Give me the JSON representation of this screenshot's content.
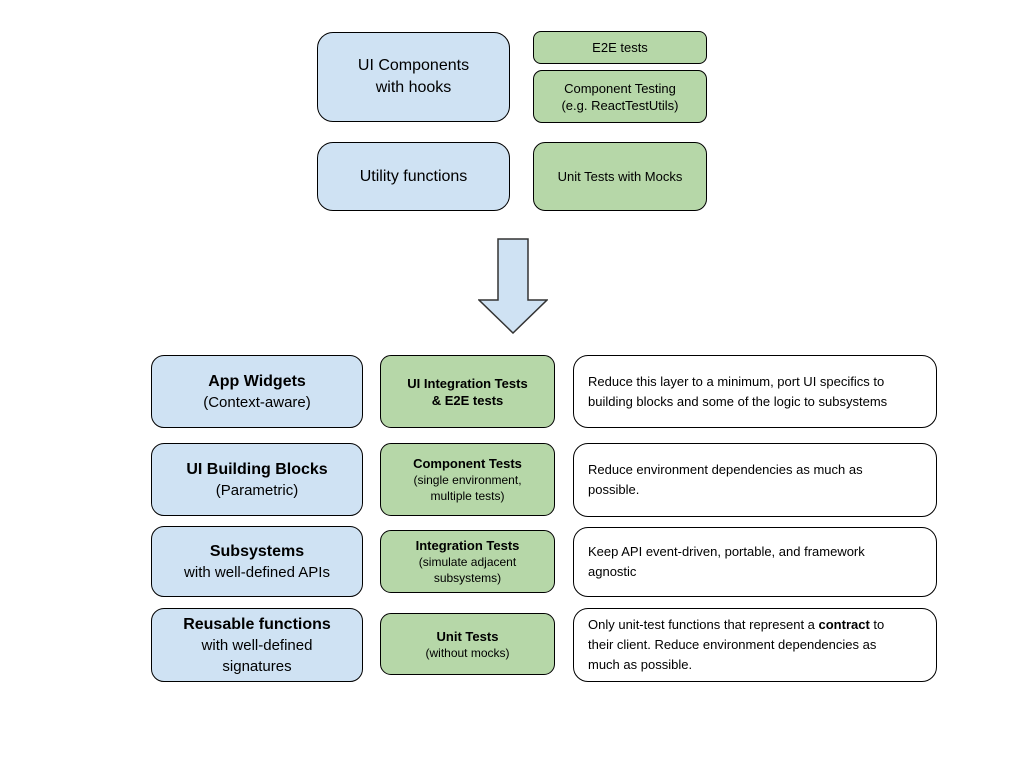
{
  "colors": {
    "layer_fill": "#cfe2f3",
    "tests_fill": "#b6d7a8",
    "note_fill": "#ffffff",
    "border": "#000000",
    "arrow_fill": "#cfe2f3",
    "arrow_border": "#333333"
  },
  "top": {
    "ui_components": {
      "lines": [
        "UI Components",
        "with hooks"
      ]
    },
    "e2e": {
      "lines": [
        "E2E tests"
      ]
    },
    "component_testing": {
      "lines": [
        "Component Testing",
        "(e.g. ReactTestUtils)"
      ]
    },
    "utility_functions": {
      "lines": [
        "Utility functions"
      ]
    },
    "unit_tests_mocks": {
      "lines": [
        "Unit Tests with Mocks"
      ]
    }
  },
  "rows": [
    {
      "layer": {
        "title": "App Widgets",
        "sub_lines": [
          "(Context-aware)"
        ]
      },
      "tests": {
        "title_lines": [
          "UI Integration Tests",
          "& E2E tests"
        ],
        "sub_lines": []
      },
      "note": {
        "before": "Reduce this layer to a minimum, port UI specifics to building blocks and some of the logic to subsystems",
        "bold": "",
        "after": ""
      }
    },
    {
      "layer": {
        "title": "UI Building Blocks",
        "sub_lines": [
          "(Parametric)"
        ]
      },
      "tests": {
        "title_lines": [
          "Component Tests"
        ],
        "sub_lines": [
          "(single environment,",
          "multiple tests)"
        ]
      },
      "note": {
        "before": "Reduce environment dependencies as much as possible.",
        "bold": "",
        "after": ""
      }
    },
    {
      "layer": {
        "title": "Subsystems",
        "sub_lines": [
          "with well-defined APIs"
        ]
      },
      "tests": {
        "title_lines": [
          "Integration Tests"
        ],
        "sub_lines": [
          "(simulate adjacent",
          "subsystems)"
        ]
      },
      "note": {
        "before": "Keep API event-driven, portable, and framework agnostic",
        "bold": "",
        "after": ""
      }
    },
    {
      "layer": {
        "title": "Reusable functions",
        "sub_lines": [
          "with well-defined",
          "signatures"
        ]
      },
      "tests": {
        "title_lines": [
          "Unit Tests"
        ],
        "sub_lines": [
          "(without mocks)"
        ]
      },
      "note": {
        "before": "Only unit-test functions that represent a ",
        "bold": "contract",
        "after": " to their client. Reduce environment dependencies as much as possible."
      }
    }
  ]
}
